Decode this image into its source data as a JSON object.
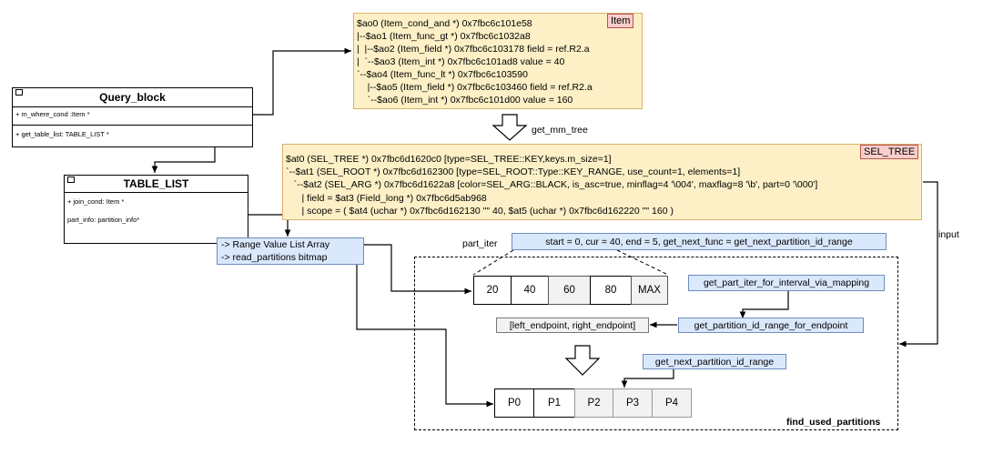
{
  "query_block": {
    "title": "Query_block",
    "fields": [
      "+ m_where_cond :Item *"
    ],
    "methods": [
      "+ get_table_list: TABLE_LIST *"
    ]
  },
  "table_list": {
    "title": "TABLE_LIST",
    "fields": [
      "+ join_cond: Item *",
      "part_info: partition_info*"
    ]
  },
  "item_panel": {
    "tag": "Item",
    "lines": [
      "$ao0 (Item_cond_and *) 0x7fbc6c101e58",
      "|--$ao1 (Item_func_gt *) 0x7fbc6c1032a8",
      "|  |--$ao2 (Item_field *) 0x7fbc6c103178 field = ref.R2.a",
      "|  `--$ao3 (Item_int *) 0x7fbc6c101ad8 value = 40",
      "`--$ao4 (Item_func_lt *) 0x7fbc6c103590",
      "    |--$ao5 (Item_field *) 0x7fbc6c103460 field = ref.R2.a",
      "    `--$ao6 (Item_int *) 0x7fbc6c101d00 value = 160"
    ]
  },
  "get_mm_tree_label": "get_mm_tree",
  "sel_tree_panel": {
    "tag": "SEL_TREE",
    "lines": [
      "$at0 (SEL_TREE *) 0x7fbc6d1620c0 [type=SEL_TREE::KEY,keys.m_size=1]",
      "`--$at1 (SEL_ROOT *) 0x7fbc6d162300 [type=SEL_ROOT::Type::KEY_RANGE, use_count=1, elements=1]",
      "   `--$at2 (SEL_ARG *) 0x7fbc6d1622a8 [color=SEL_ARG::BLACK, is_asc=true, minflag=4 '\\004', maxflag=8 '\\b', part=0 '\\000']",
      "      | field = $at3 (Field_long *) 0x7fbc6d5ab968",
      "      | scope = ( $at4 (uchar *) 0x7fbc6d162130 \"\" 40, $at5 (uchar *) 0x7fbc6d162220 \"\" 160 )"
    ]
  },
  "range_box": {
    "lines": [
      "-> Range Value List Array",
      "-> read_partitions bitmap"
    ]
  },
  "part_iter_label": "part_iter",
  "part_iter_box": "start = 0, cur = 40, end = 5,  get_next_func = get_next_partition_id_range",
  "input_label": "input",
  "range_values": [
    "20",
    "40",
    "60",
    "80",
    "MAX"
  ],
  "get_part_iter": "get_part_iter_for_interval_via_mapping",
  "endpoint_label": "[left_endpoint, right_endpoint]",
  "get_partition_id_range": "get_partition_id_range_for_endpoint",
  "get_next_partition": "get_next_partition_id_range",
  "partitions": [
    "P0",
    "P1",
    "P2",
    "P3",
    "P4"
  ],
  "find_used": "find_used_partitions"
}
